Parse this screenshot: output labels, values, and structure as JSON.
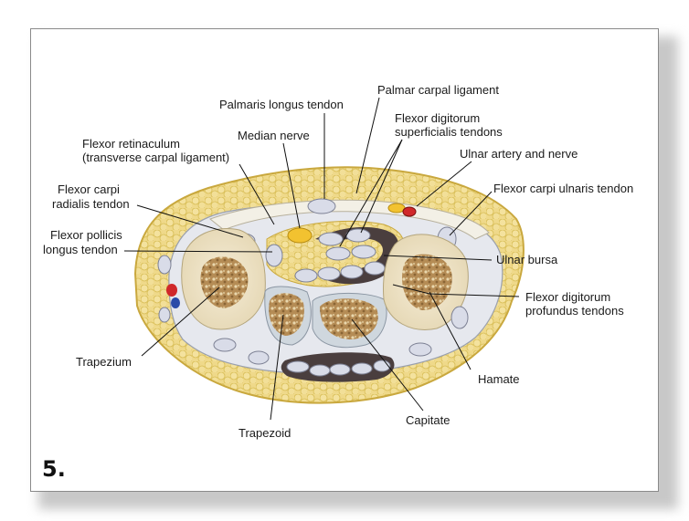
{
  "figure": {
    "number": "5.",
    "labels": {
      "palmaris_longus": "Palmaris longus tendon",
      "palmar_carpal": "Palmar carpal ligament",
      "flexor_dig_sup_1": "Flexor digitorum",
      "flexor_dig_sup_2": "superficialis tendons",
      "median_nerve": "Median nerve",
      "flexor_ret_1": "Flexor retinaculum",
      "flexor_ret_2": "(transverse carpal ligament)",
      "ulnar_artery": "Ulnar artery and nerve",
      "fcr_1": "Flexor carpi",
      "fcr_2": "radialis tendon",
      "fcu": "Flexor carpi ulnaris tendon",
      "fpl_1": "Flexor pollicis",
      "fpl_2": "longus tendon",
      "ulnar_bursa": "Ulnar bursa",
      "fdp_1": "Flexor digitorum",
      "fdp_2": "profundus tendons",
      "trapezium": "Trapezium",
      "hamate": "Hamate",
      "capitate": "Capitate",
      "trapezoid": "Trapezoid"
    }
  },
  "colors": {
    "fat": "#efd98a",
    "fat_dark": "#d9b94a",
    "bone": "#efe6cf",
    "bone_marrow": "#a8804a",
    "tendon": "#d9dce8",
    "nerve": "#f2c230",
    "artery": "#d0282a",
    "vein": "#2a4aa8",
    "bursa": "#4a3e3e"
  }
}
